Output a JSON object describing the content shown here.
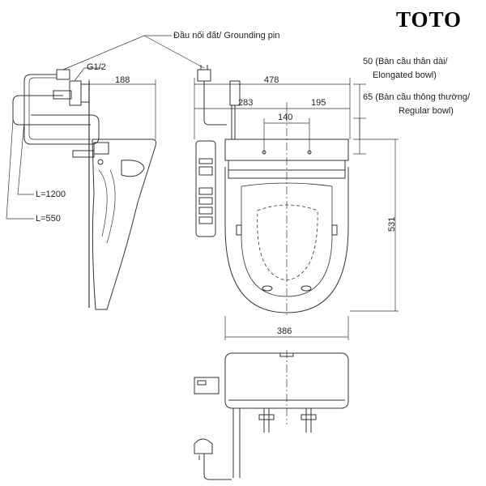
{
  "brand": {
    "logo_text": "TOTO"
  },
  "labels": {
    "grounding_pin": "Đầu nối đất/ Grounding pin",
    "thread": "G1/2",
    "elongated_line1": "50 (Bàn cầu thân dài/",
    "elongated_line2": "Elongated bowl)",
    "regular_line1": "65 (Bàn cầu thông thường/",
    "regular_line2": "Regular bowl)",
    "hose_long": "L=1200",
    "hose_short": "L=550"
  },
  "dimensions": {
    "side_depth": "188",
    "total_width": "478",
    "left_offset": "283",
    "right_offset": "195",
    "hole_spacing": "140",
    "seat_length": "531",
    "seat_width": "386"
  },
  "colors": {
    "line": "#333333",
    "ink": "#222222",
    "logo": "#000000"
  }
}
